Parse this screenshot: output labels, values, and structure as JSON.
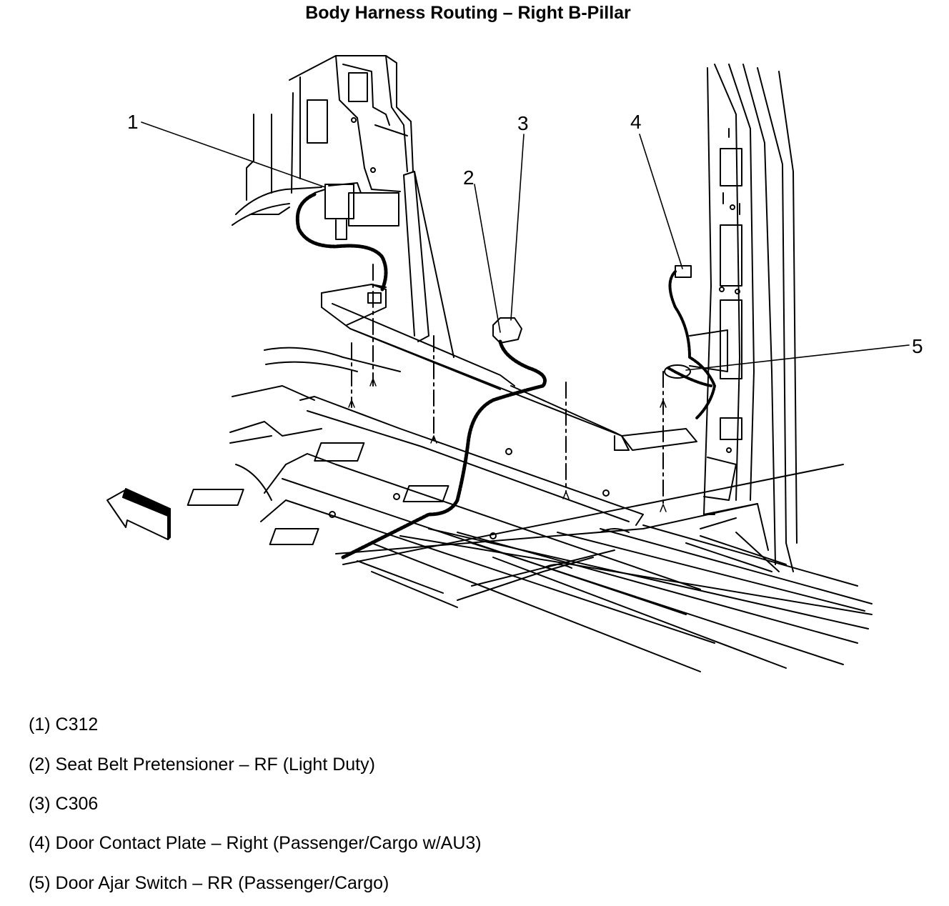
{
  "title": "Body Harness Routing – Right B-Pillar",
  "callouts": [
    "1",
    "2",
    "3",
    "4",
    "5"
  ],
  "legend": [
    {
      "num": "(1)",
      "text": "C312"
    },
    {
      "num": "(2)",
      "text": "Seat Belt Pretensioner – RF (Light Duty)"
    },
    {
      "num": "(3)",
      "text": "C306"
    },
    {
      "num": "(4)",
      "text": "Door Contact Plate – Right (Passenger/Cargo w/AU3)"
    },
    {
      "num": "(5)",
      "text": "Door Ajar Switch – RR (Passenger/Cargo)"
    }
  ],
  "icons": {
    "direction": "front-direction-arrow-icon"
  }
}
